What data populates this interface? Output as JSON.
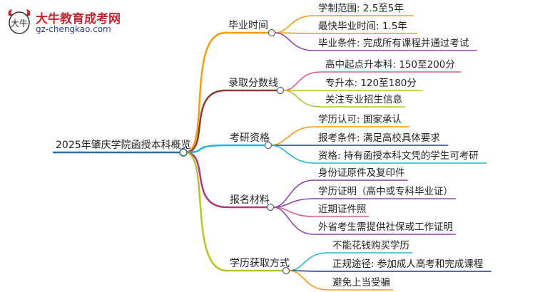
{
  "logo": {
    "title": "大牛教育成考网",
    "url": "gz-chengkao.com",
    "mark_text": "大牛"
  },
  "root": {
    "label": "2025年肇庆学院函授本科概览"
  },
  "branches": [
    {
      "label": "毕业时间",
      "color": "#f39c12",
      "children": [
        "学制范围: 2.5至5年",
        "最快毕业时间: 1.5年",
        "毕业条件: 完成所有课程并通过考试"
      ]
    },
    {
      "label": "录取分数线",
      "color": "#8e3b2e",
      "children": [
        "高中起点升本科: 150至200分",
        "专升本: 120至180分",
        "关注专业招生信息"
      ]
    },
    {
      "label": "考研资格",
      "color": "#1fb8d1",
      "children": [
        "学历认可: 国家承认",
        "报考条件: 满足高校具体要求",
        "资格: 持有函授本科文凭的学生可考研"
      ]
    },
    {
      "label": "报名材料",
      "color": "#b3367a",
      "children": [
        "身份证原件及复印件",
        "学历证明（高中或专科毕业证）",
        "近期证件照",
        "外省考生需提供社保或工作证明"
      ]
    },
    {
      "label": "学历获取方式",
      "color": "#b4c527",
      "children": [
        "不能花钱购买学历",
        "正规途径: 参加成人高考和完成课程",
        "避免上当受骗"
      ]
    }
  ],
  "colors": {
    "root_line": "#2e6da4",
    "leaf_colors": [
      [
        "#f39c12",
        "#f39c12",
        "#8e44ad"
      ],
      [
        "#e85a8a",
        "#b4c527",
        "#b4c527"
      ],
      [
        "#f39c12",
        "#1f3f8f",
        "#1fb8d1"
      ],
      [
        "#8e44ad",
        "#8e44ad",
        "#e85a8a",
        "#8e44ad"
      ],
      [
        "#1fb8d1",
        "#1f3f8f",
        "#f39c12"
      ]
    ]
  }
}
